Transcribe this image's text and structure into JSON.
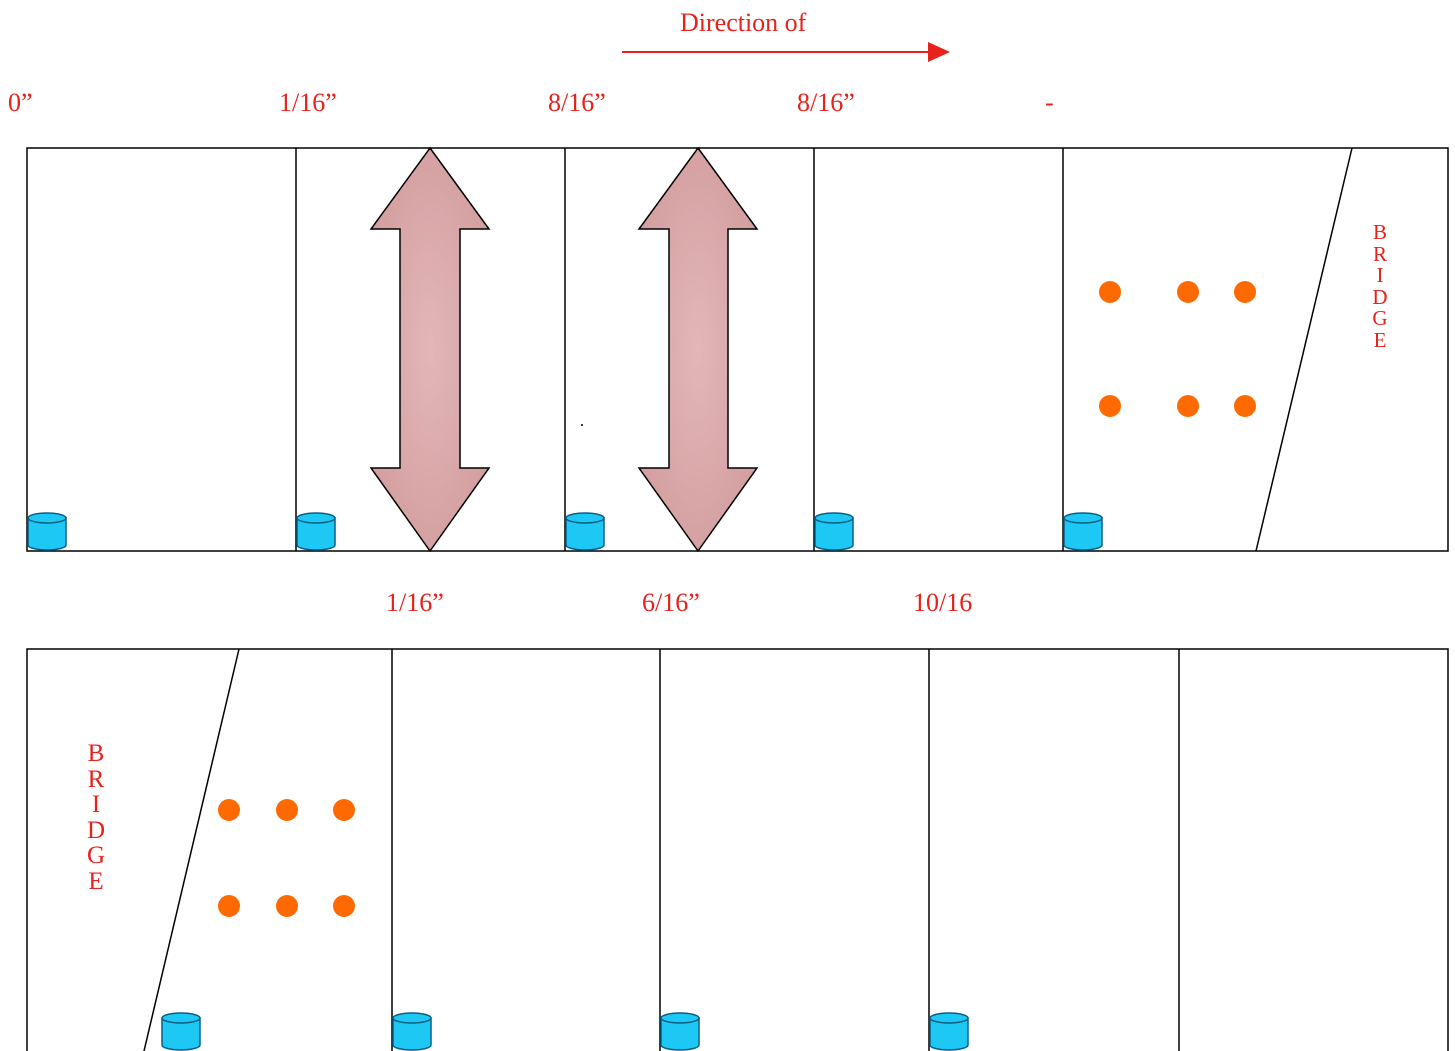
{
  "colors": {
    "label_red": "#e8211b",
    "arrow_red": "#e8211b",
    "dot_orange": "#ff6a00",
    "cylinder_blue": "#1ec8f5",
    "double_arrow_fill": "#d9a7a8",
    "outline": "#000000"
  },
  "header": {
    "direction_label": "Direction of"
  },
  "top_labels": [
    "0”",
    "1/16”",
    "8/16”",
    "8/16”",
    "-"
  ],
  "middle_labels": [
    "1/16”",
    "6/16”",
    "10/16"
  ],
  "bridge": {
    "top_letters": [
      "B",
      "R",
      "I",
      "D",
      "G",
      "E"
    ],
    "bottom_letters": [
      "B",
      "R",
      "I",
      "D",
      "G",
      "E"
    ]
  },
  "icons": {
    "cylinder": "cylinder-icon",
    "dot": "orange-dot",
    "double_arrow": "double-arrow-icon",
    "direction_arrow": "right-arrow-icon"
  }
}
